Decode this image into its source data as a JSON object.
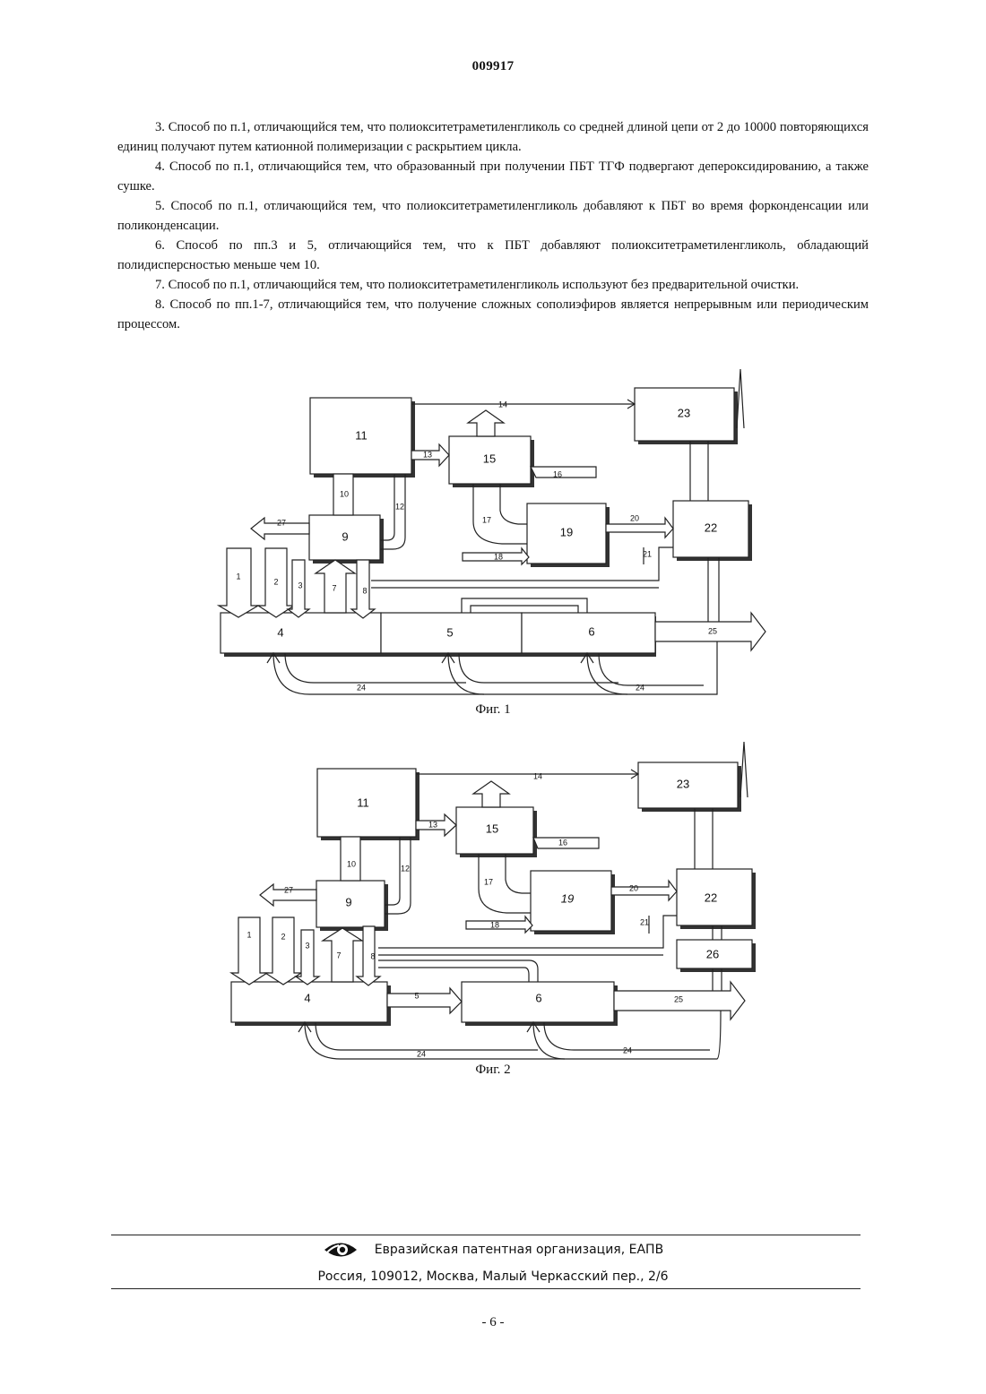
{
  "header": {
    "doc_number": "009917"
  },
  "claims": [
    "3. Способ по п.1, отличающийся тем, что полиокситетраметиленгликоль со средней длиной цепи от 2 до 10000 повторяющихся единиц получают путем катионной полимеризации с раскрытием цикла.",
    "4. Способ по п.1, отличающийся тем, что образованный при получении ПБТ ТГФ подвергают депероксидированию, а также сушке.",
    "5. Способ по п.1, отличающийся тем, что полиокситетраметиленгликоль добавляют к ПБТ во время форконденсации или поликонденсации.",
    "6. Способ по пп.3 и 5, отличающийся тем, что к ПБТ добавляют полиокситетраметиленгликоль, обладающий полидисперсностью меньше чем 10.",
    "7. Способ по п.1, отличающийся тем, что полиокситетраметиленгликоль используют без предварительной очистки.",
    "8. Способ по пп.1-7, отличающийся тем, что получение сложных сополиэфиров является непрерывным или периодическим процессом."
  ],
  "figure1": {
    "caption": "Фиг. 1",
    "blocks": [
      "11",
      "15",
      "23",
      "9",
      "19",
      "22",
      "4",
      "5",
      "6"
    ],
    "arrows": [
      "1",
      "2",
      "3",
      "7",
      "8",
      "10",
      "12",
      "13",
      "14",
      "16",
      "17",
      "18",
      "20",
      "21",
      "24",
      "24",
      "25",
      "27"
    ]
  },
  "figure2": {
    "caption": "Фиг. 2",
    "blocks": [
      "11",
      "15",
      "23",
      "9",
      "19",
      "22",
      "26",
      "4",
      "6"
    ],
    "arrows": [
      "1",
      "2",
      "3",
      "7",
      "8",
      "10",
      "12",
      "13",
      "14",
      "16",
      "17",
      "18",
      "20",
      "21",
      "5",
      "24",
      "24",
      "25",
      "27"
    ]
  },
  "footer": {
    "organization": "Евразийская патентная организация, ЕАПВ",
    "address": "Россия, 109012, Москва, Малый Черкасский пер., 2/6"
  },
  "page_number": "- 6 -"
}
